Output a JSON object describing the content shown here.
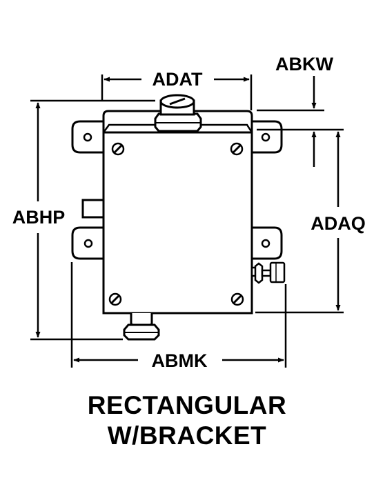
{
  "dimensions": {
    "top_width": "ADAT",
    "top_offset": "ABKW",
    "overall_height": "ABHP",
    "box_height": "ADAQ",
    "bottom_width": "ABMK"
  },
  "caption": {
    "line1": "RECTANGULAR",
    "line2": "W/BRACKET"
  },
  "colors": {
    "ink": "#000000",
    "paper": "#ffffff"
  }
}
